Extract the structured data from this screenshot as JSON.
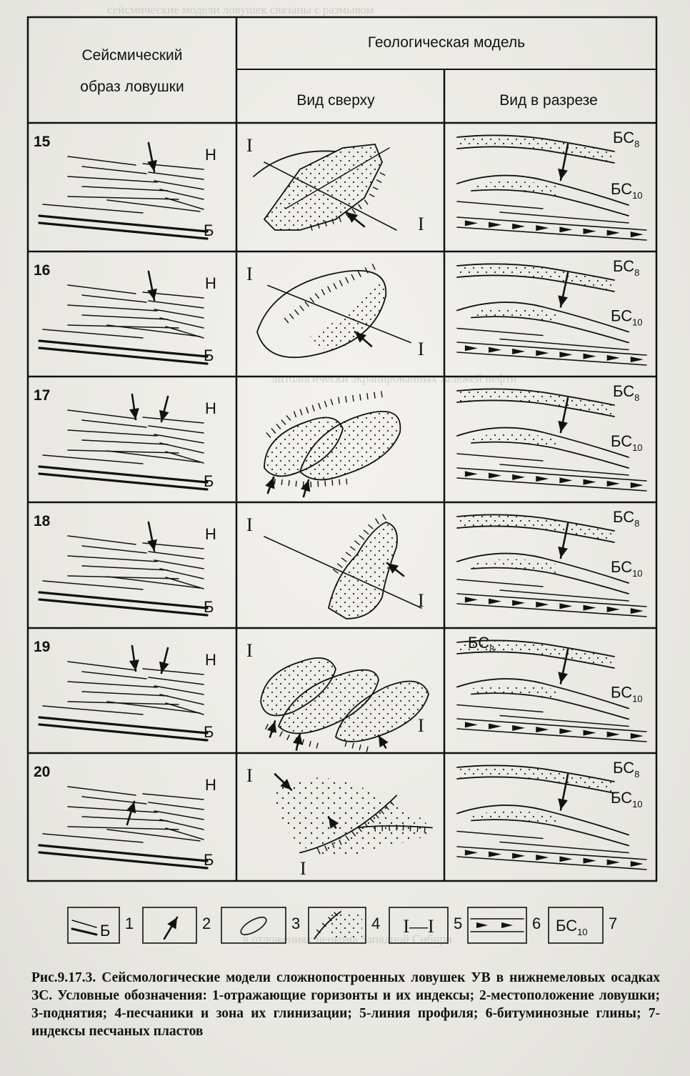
{
  "header": {
    "seismic_col_line1": "Сейсмический",
    "seismic_col_line2": "образ ловушки",
    "geo_model": "Геологическая модель",
    "top_view": "Вид сверху",
    "section_view": "Вид в разрезе"
  },
  "rows": [
    {
      "num": "15",
      "label_n": "Н",
      "label_b": "Б",
      "roman_a": "I",
      "roman_b": "I",
      "bs8_base": "БС",
      "bs8_sub": "8",
      "bs10_base": "БС",
      "bs10_sub": "10"
    },
    {
      "num": "16",
      "label_n": "Н",
      "label_b": "Б",
      "roman_a": "I",
      "roman_b": "I",
      "bs8_base": "БС",
      "bs8_sub": "8",
      "bs10_base": "БС",
      "bs10_sub": "10"
    },
    {
      "num": "17",
      "label_n": "Н",
      "label_b": "Б",
      "roman_a": "",
      "roman_b": "",
      "bs8_base": "БС",
      "bs8_sub": "8",
      "bs10_base": "БС",
      "bs10_sub": "10"
    },
    {
      "num": "18",
      "label_n": "Н",
      "label_b": "Б",
      "roman_a": "I",
      "roman_b": "I",
      "bs8_base": "БС",
      "bs8_sub": "8",
      "bs10_base": "БС",
      "bs10_sub": "10"
    },
    {
      "num": "19",
      "label_n": "Н",
      "label_b": "Б",
      "roman_a": "I",
      "roman_b": "I",
      "bs8_base": "БС",
      "bs8_sub": "8",
      "bs10_base": "БС",
      "bs10_sub": "10"
    },
    {
      "num": "20",
      "label_n": "Н",
      "label_b": "Б",
      "roman_a": "I",
      "roman_b": "",
      "bs8_base": "БС",
      "bs8_sub": "8",
      "bs10_base": "БС",
      "bs10_sub": "10"
    }
  ],
  "legend": [
    {
      "num": "1",
      "text": "Б"
    },
    {
      "num": "2",
      "text": ""
    },
    {
      "num": "3",
      "text": ""
    },
    {
      "num": "4",
      "text": ""
    },
    {
      "num": "5",
      "text": "I—I"
    },
    {
      "num": "6",
      "text": ""
    },
    {
      "num": "7",
      "text": "БС",
      "sub": "10"
    }
  ],
  "caption": "Рис.9.17.3. Сейсмологические модели сложнопостроенных ловушек УВ в нижнемеловых осадках ЗС. Условные обозначения: 1-отражающие горизонты и их индексы; 2-местоположение ловушки; 3-поднятия; 4-песчаники и зона их глинизации; 5-линия профиля; 6-битуминозные глины; 7-индексы песчаных пластов",
  "ghost_text": [
    "сейсмические модели ловушек связаны с размывом",
    "литологически экранированных залежей нефти",
    "в отложениях неокома Западной Сибири"
  ]
}
